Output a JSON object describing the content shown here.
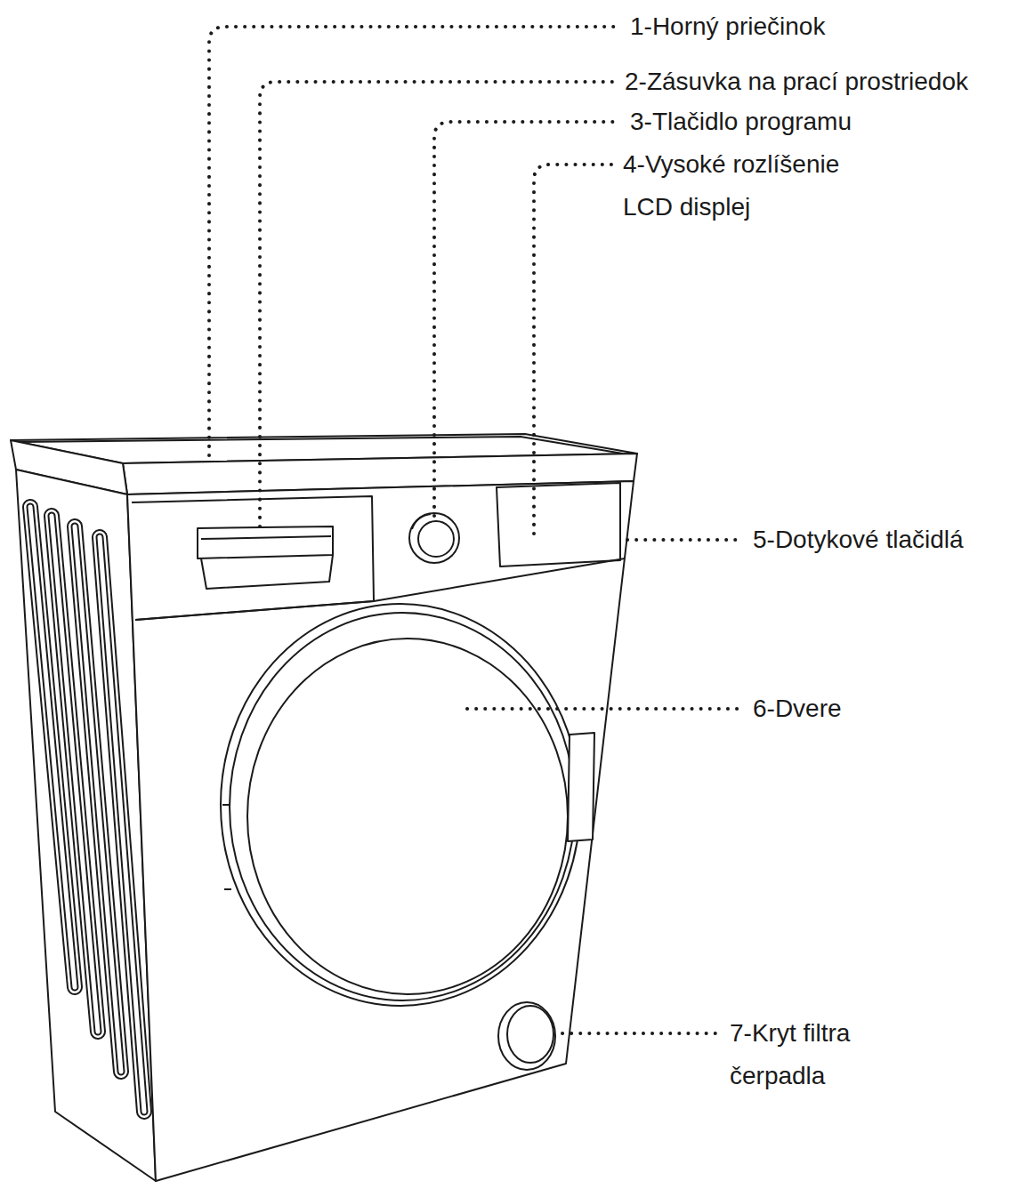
{
  "diagram": {
    "labels": [
      "1-Horný priečinok",
      "2-Zásuvka na prací prostriedok",
      "3-Tlačidlo programu",
      "4-Vysoké rozlíšenie LCD displej",
      "5-Dotykové tlačidlá",
      "6-Dvere",
      "7-Kryt filtra čerpadla"
    ]
  }
}
